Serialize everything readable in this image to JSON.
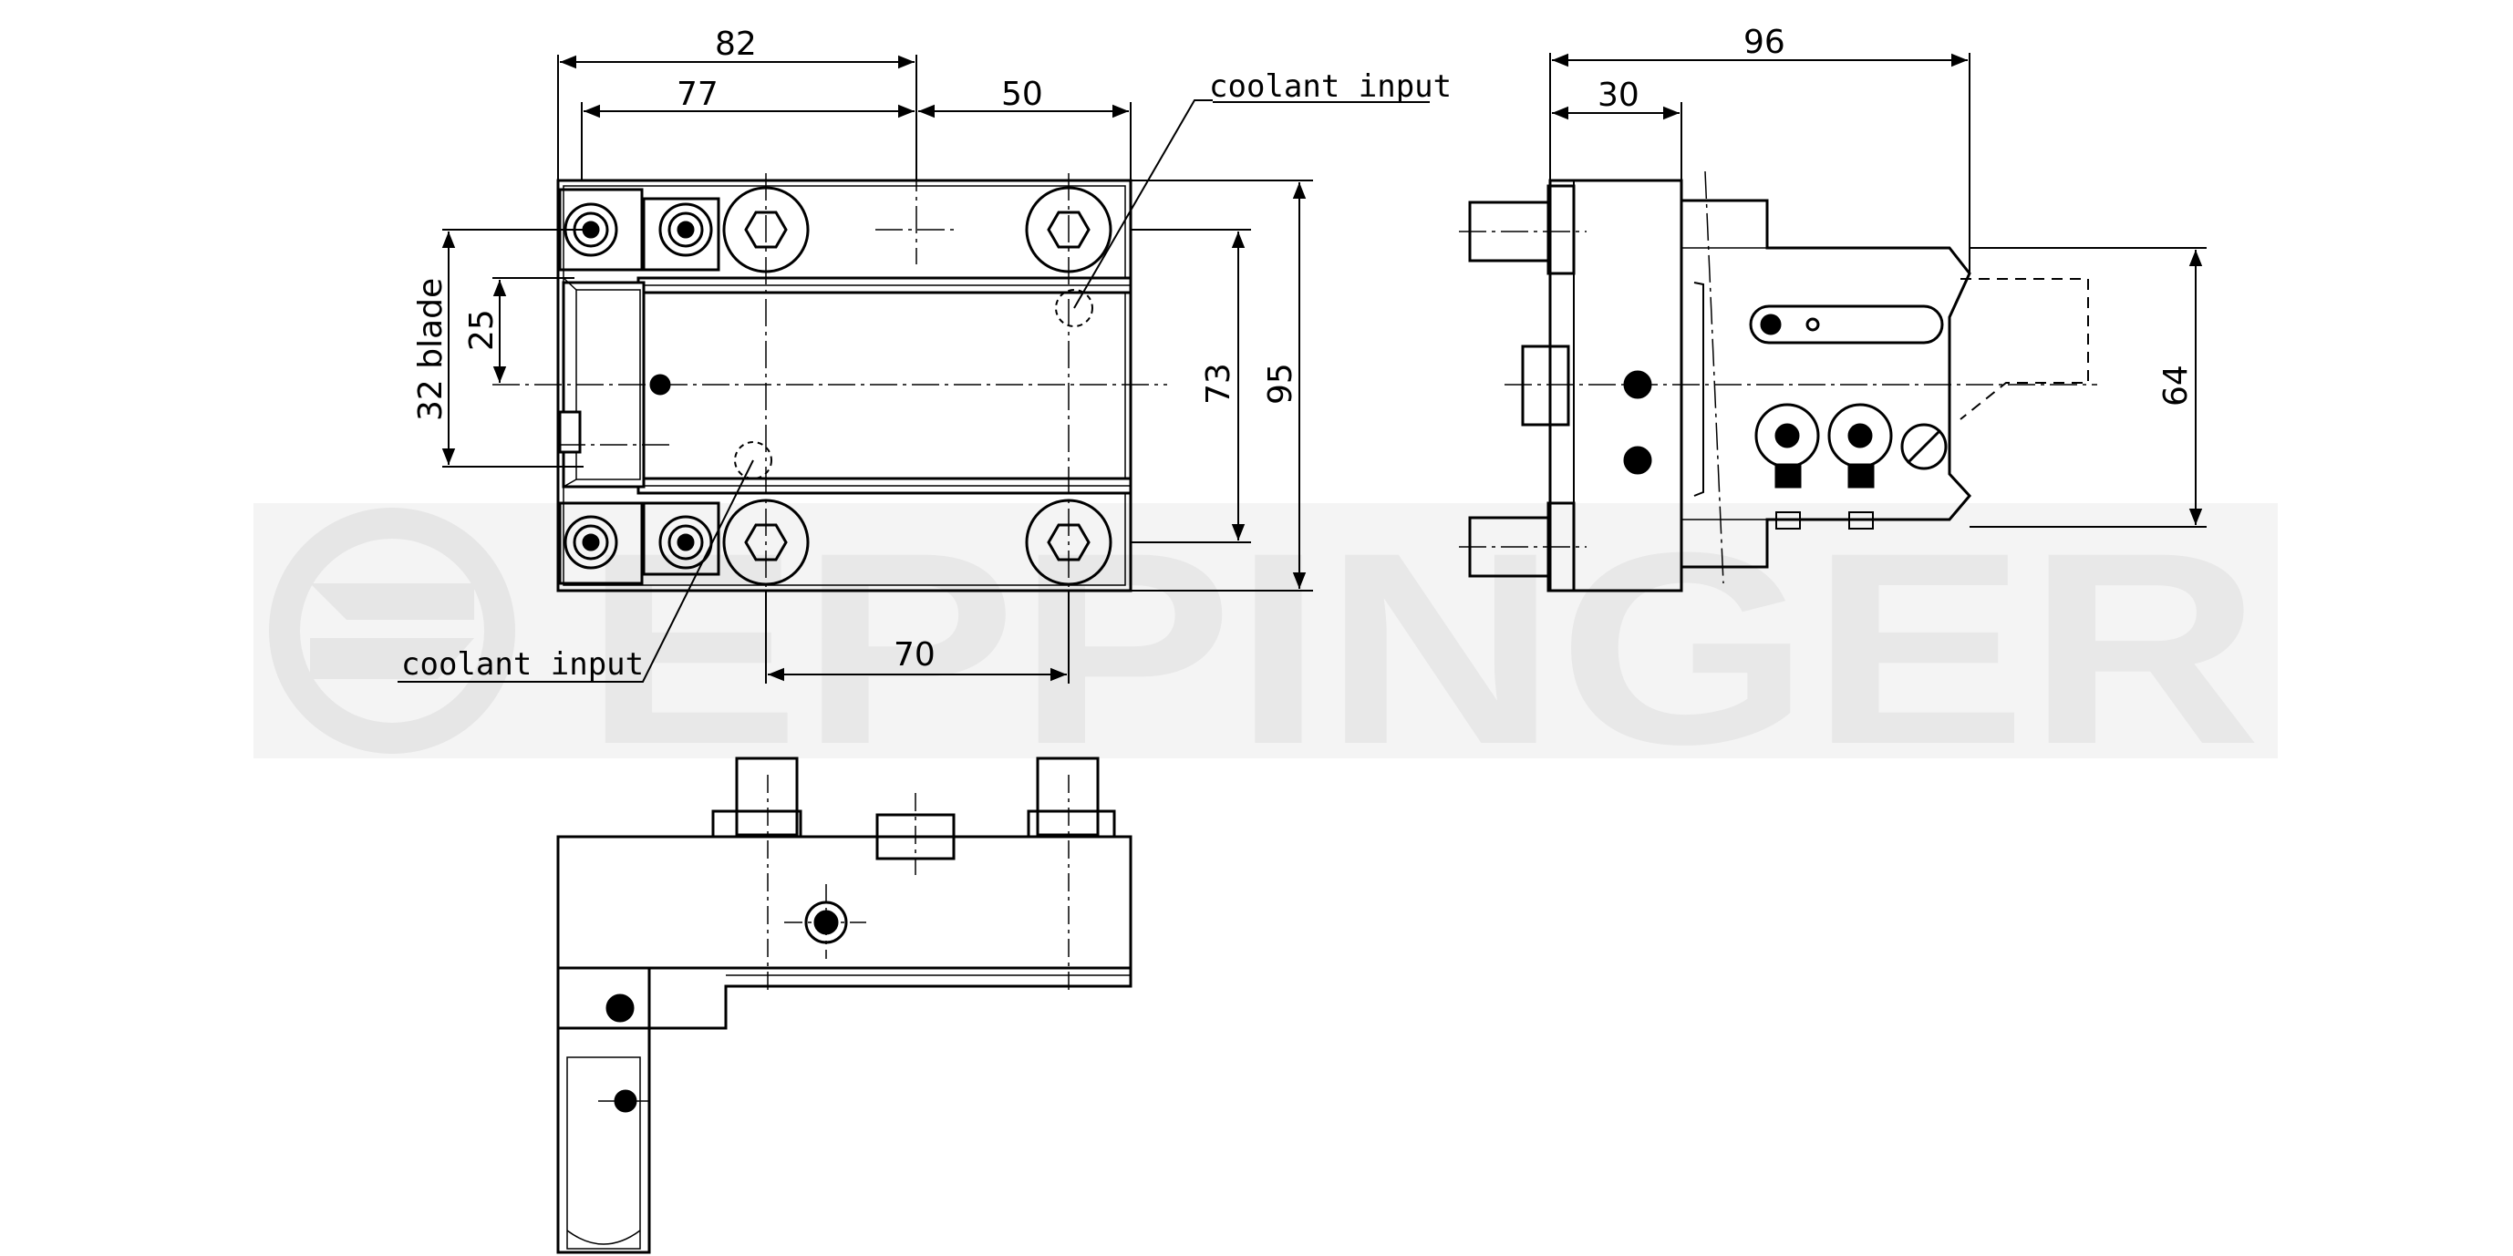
{
  "watermark": {
    "text": "EPPINGER",
    "color": "#ececec"
  },
  "colors": {
    "line": "#000000",
    "background": "#ffffff"
  },
  "front_view": {
    "dimensions": {
      "width_82": "82",
      "width_77": "77",
      "width_50": "50",
      "height_73": "73",
      "height_95": "95",
      "width_70": "70",
      "height_25": "25",
      "blade_label": "32 blade"
    },
    "labels": {
      "coolant_top": "coolant input",
      "coolant_bottom": "coolant input"
    }
  },
  "side_view": {
    "dimensions": {
      "width_96": "96",
      "width_30": "30",
      "height_64": "64"
    }
  }
}
